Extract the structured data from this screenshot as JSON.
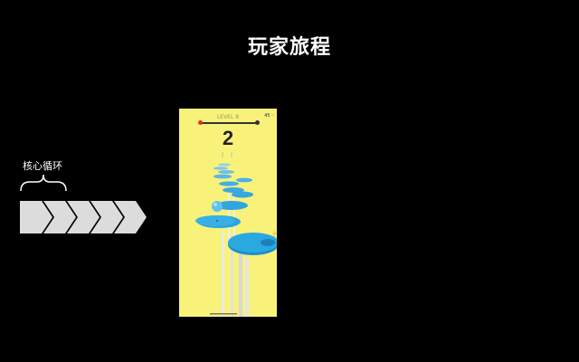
{
  "slide": {
    "title": "玩家旅程",
    "core_loop_label": "核心循环",
    "chevron_count": 5
  },
  "game": {
    "level_label": "LEVEL 8",
    "coins": "45",
    "coin_icon": "coin-icon",
    "score": "2",
    "colors": {
      "background": "#f8f27a",
      "platform": "#2aa8e0",
      "ball": "#48b8e8",
      "pole": "#e8e8e8"
    }
  }
}
